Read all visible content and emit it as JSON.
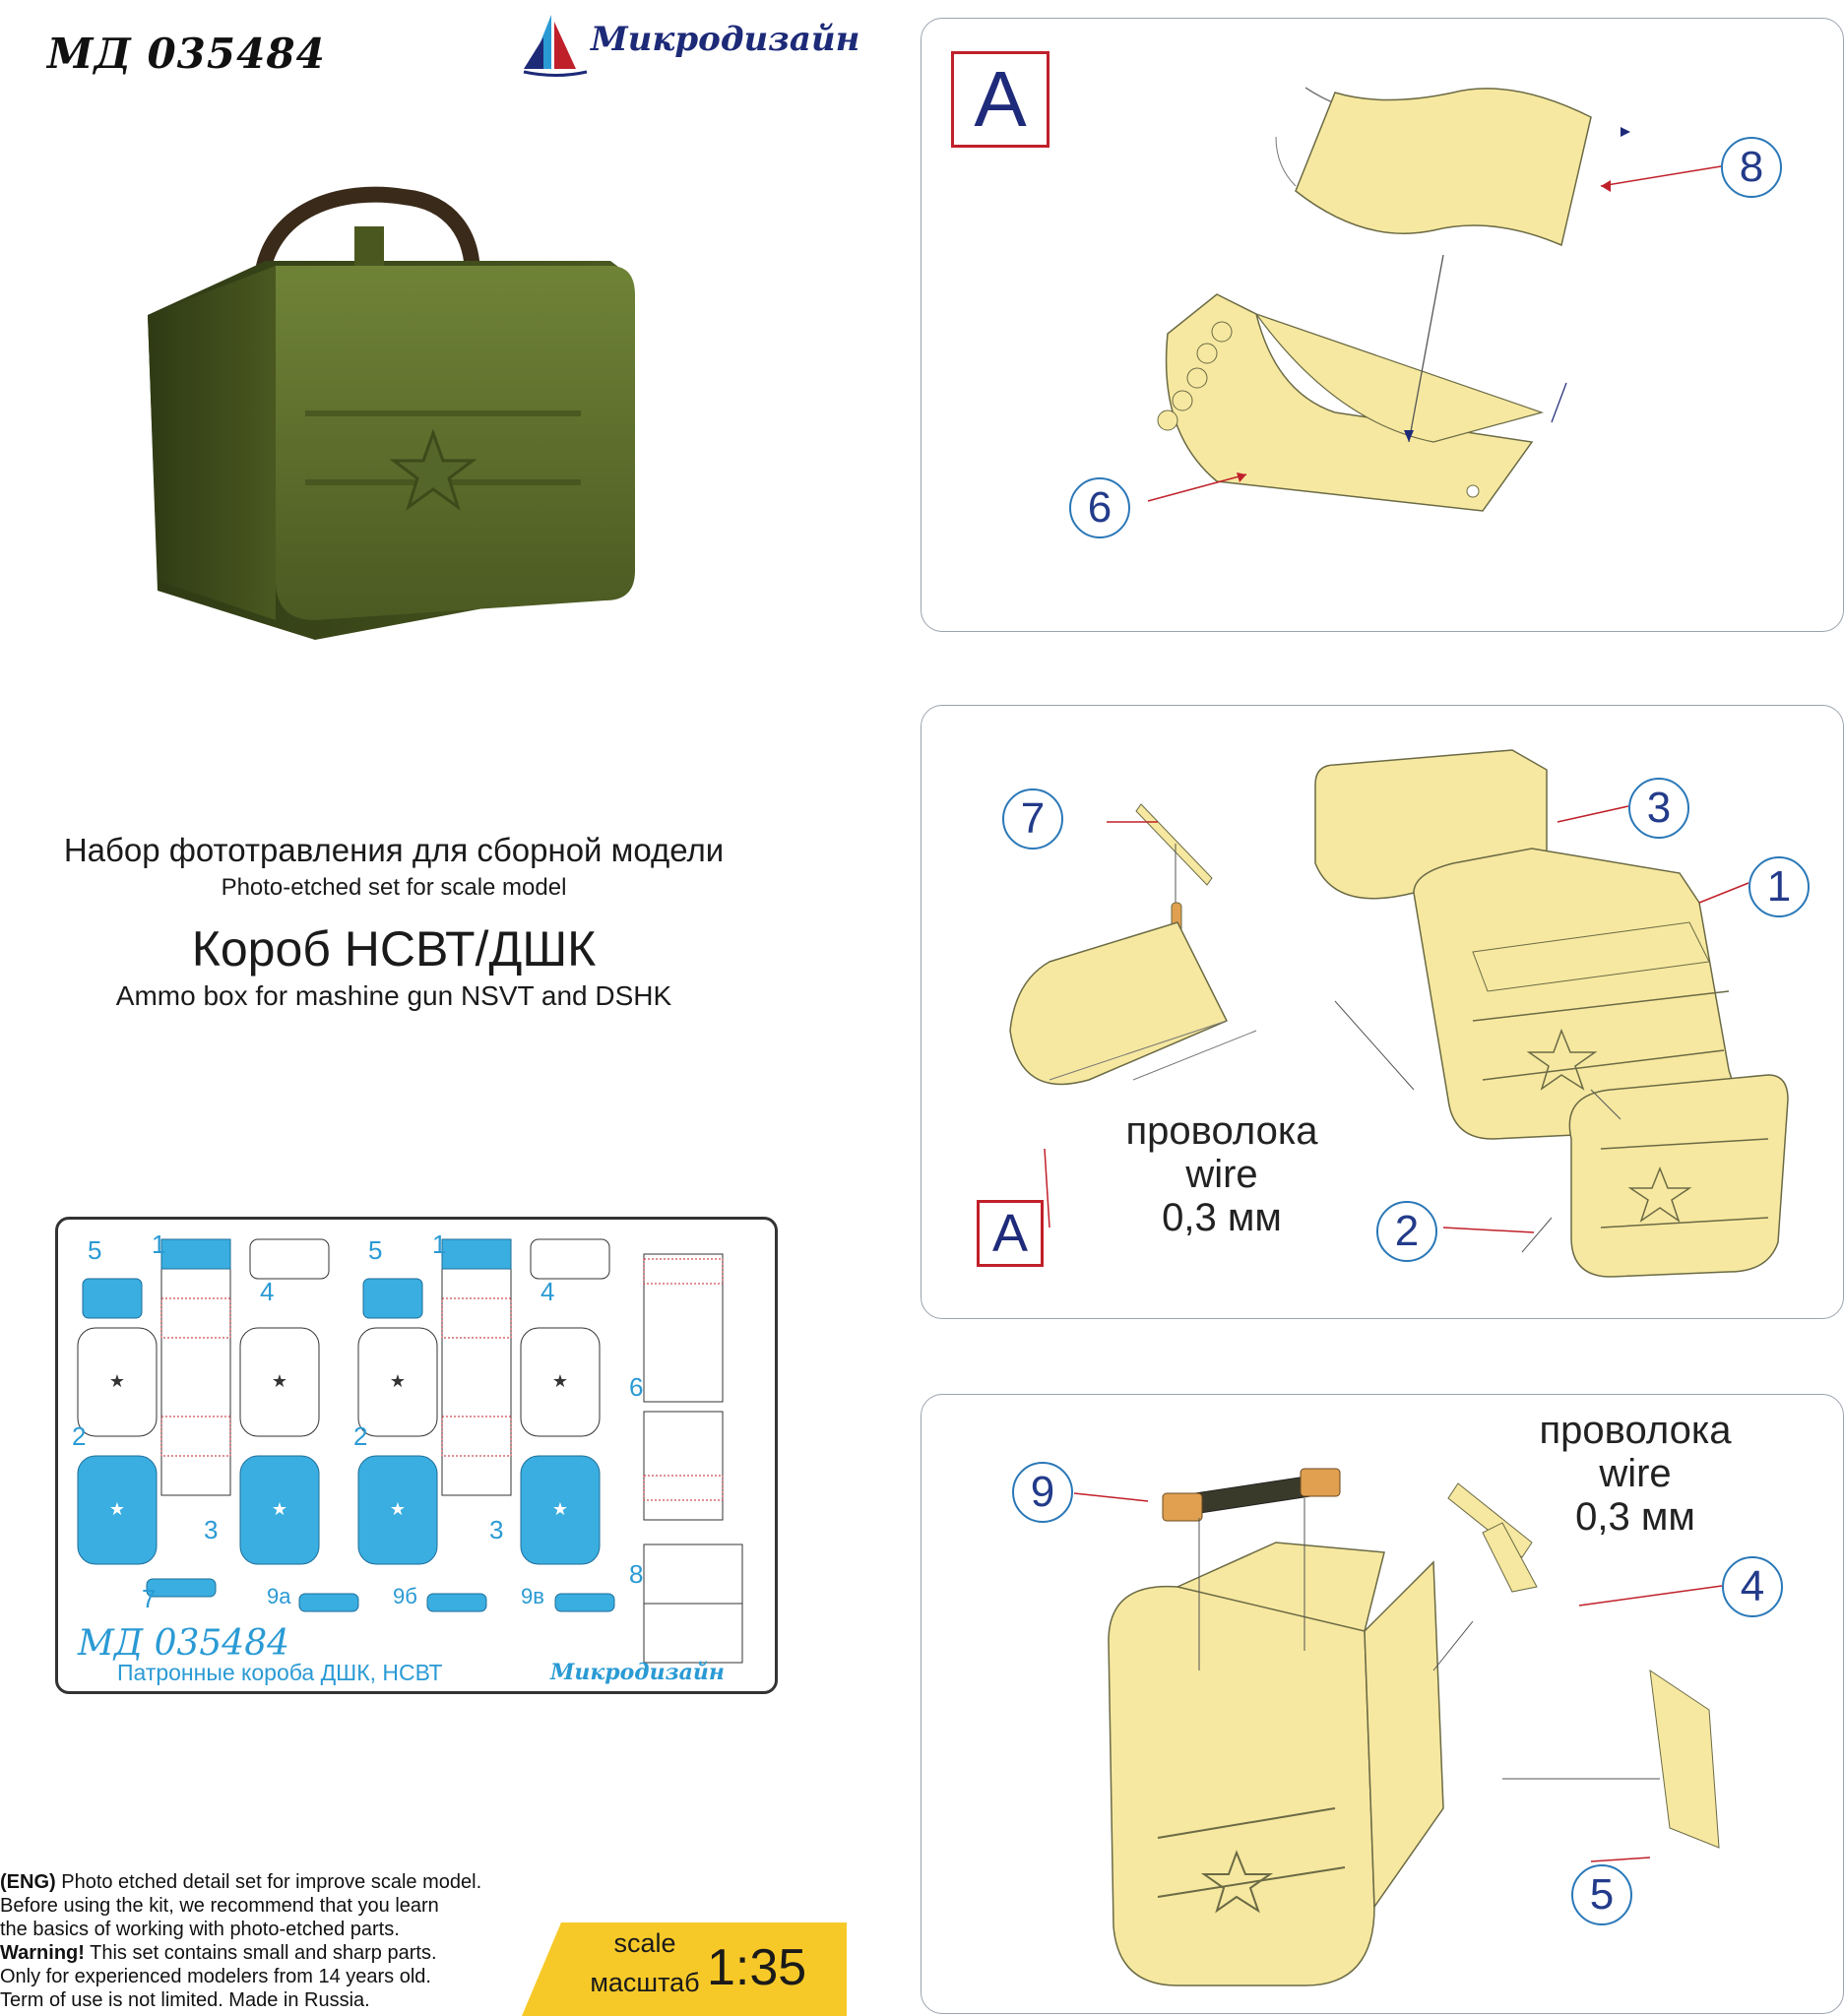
{
  "header": {
    "code": "МД 035484",
    "brand": "Микродизайн"
  },
  "titles": {
    "ru": "Набор фототравления для сборной модели",
    "en": "Photo-etched set for scale model",
    "name_ru": "Короб НСВТ/ДШК",
    "name_en": "Ammo box for mashine gun NSVT and DSHK"
  },
  "panel_a": {
    "badge": "A",
    "labels": [
      "8",
      "6"
    ]
  },
  "panel_b": {
    "labels": [
      "7",
      "3",
      "1",
      "2"
    ],
    "badge": "A",
    "wire": [
      "проволока",
      "wire",
      "0,3 мм"
    ]
  },
  "panel_c": {
    "labels": [
      "9",
      "4",
      "5"
    ],
    "wire": [
      "проволока",
      "wire",
      "0,3 мм"
    ]
  },
  "fret": {
    "code": "МД 035484",
    "caption": "Патронные короба ДШК, НСВТ",
    "brand": "Микродизайн",
    "part_labels": [
      "5",
      "1",
      "4",
      "5",
      "1",
      "4",
      "6",
      "2",
      "3",
      "2",
      "3",
      "7",
      "9а",
      "9б",
      "9в",
      "8"
    ]
  },
  "notes": {
    "line1_tag": "(ENG)",
    "line1": " Photo etched detail set for improve scale model.",
    "line2": "Before using the kit, we recommend that you learn",
    "line3": "the basics of working with photo-etched parts.",
    "line4_tag": "Warning!",
    "line4": " This set contains small and sharp parts.",
    "line5": "Only for experienced modelers from 14 years old.",
    "line6": "Term of use is not limited. Made in Russia."
  },
  "scale": {
    "label_en": "scale",
    "label_ru": "масштаб",
    "value": "1:35"
  },
  "colors": {
    "part_fill": "#f6e8a0",
    "part_stroke": "#6b6a45",
    "fret_blue": "#3aaee0",
    "fret_red": "#c0202a",
    "label_blue": "#2a9ad4",
    "scale_yellow": "#f7c928",
    "box_green": "#5c6e2e"
  }
}
